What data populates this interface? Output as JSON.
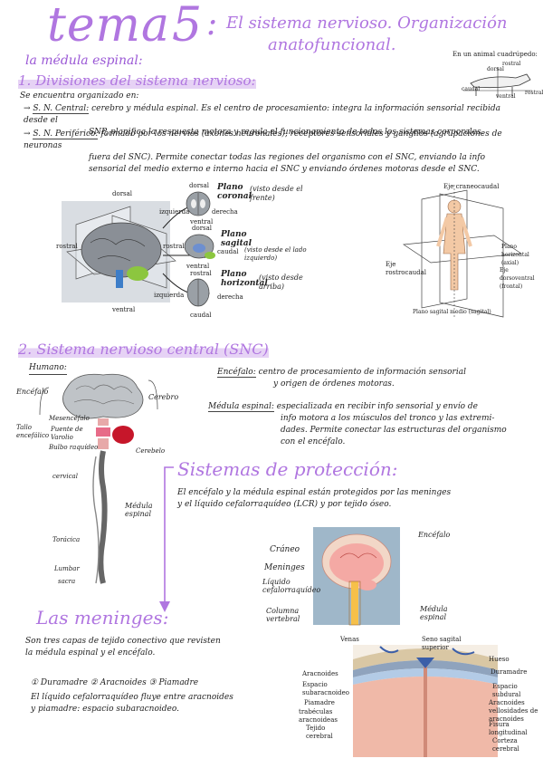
{
  "header": {
    "title_word": "tema",
    "title_number": "5",
    "title_colon": ":",
    "title_line1": "El sistema nervioso. Organización",
    "title_line2": "anatofuncional."
  },
  "intro": {
    "topic": "la médula espinal:",
    "section1_title": "1. Divisiones del sistema nervioso:",
    "organized_as": "Se encuentra organizado en:",
    "snc_label": "S. N. Central:",
    "snc_text_1": "cerebro y médula espinal. Es el centro de procesamiento: integra la información sensorial recibida desde el",
    "snc_text_2": "SNP, planifica la respuesta motora y regula el funcionamiento de todos los sistemas corporales.",
    "snp_label": "S. N. Periférico:",
    "snp_text_1": "formado por los nervios (axones neuronales), receptores sensoriales y ganglios (agrupaciones de neuronas",
    "snp_text_2": "fuera del SNC). Permite conectar todas las regiones del organismo con el SNC, enviando la info",
    "snp_text_3": "sensorial del medio externo e interno hacia el SNC y enviando órdenes motoras desde el SNC."
  },
  "fig_animal": {
    "caption": "En un animal cuadrúpedo:",
    "l1": "rostral",
    "l2": "dorsal",
    "l3": "caudal",
    "l4": "ventral",
    "l5": "rostral"
  },
  "fig_planes": {
    "dorsal_top": "dorsal",
    "rostral_label": "rostral",
    "ventral_label": "ventral",
    "coronal_title": "Plano coronal",
    "coronal_note": "(visto desde el frente)",
    "coronal_dorsal": "dorsal",
    "coronal_izq": "izquierda",
    "coronal_der": "derecha",
    "coronal_ventral": "ventral",
    "sagital_title": "Plano sagital",
    "sagital_note": "(visto desde el lado izquierdo)",
    "sagital_dorsal": "dorsal",
    "sagital_rostral": "rostral",
    "sagital_caudal": "caudal",
    "sagital_ventral": "ventral",
    "horiz_title": "Plano horizontal",
    "horiz_note": "(visto desde arriba)",
    "horiz_rostral": "rostral",
    "horiz_izq": "izquierda",
    "horiz_der": "derecha",
    "horiz_caudal": "caudal"
  },
  "fig_body": {
    "top": "Eje craneocaudal",
    "left": "Eje rostrocaudal",
    "right1": "Plano horizontal (axial)",
    "right2": "Eje dorsoventral (frontal)",
    "bottom": "Plano sagital medio (sagital)"
  },
  "snc": {
    "title": "2. Sistema nervioso central (SNC)",
    "human": "Humano:",
    "encefalo": "Encéfalo",
    "cerebro": "Cerebro",
    "mesencefalo": "Mesencéfalo",
    "puente": "Puente de Varolio",
    "bulbo": "Bulbo raquídeo",
    "cerebelo": "Cerebelo",
    "tallo": "Tallo encefálico",
    "cervical": "cervical",
    "medula": "Médula espinal",
    "toracica": "Torácica",
    "lumbar": "Lumbar",
    "sacra": "sacra",
    "encefalo_def_label": "Encéfalo:",
    "encefalo_def_1": "centro de procesamiento de información sensorial",
    "encefalo_def_2": "y origen de órdenes motoras.",
    "medula_def_label": "Médula espinal:",
    "medula_def_1": "especializada en recibir info sensorial y envío de",
    "medula_def_2": "info motora a los músculos del tronco y las extremi-",
    "medula_def_3": "dades. Permite conectar las estructuras del organismo",
    "medula_def_4": "con el encéfalo."
  },
  "proteccion": {
    "title": "Sistemas de protección:",
    "text_1": "El encéfalo y la médula espinal están protegidos por las meninges",
    "text_2": "y el líquido cefalorraquídeo (LCR) y por tejido óseo.",
    "craneo": "Cráneo",
    "meninges": "Meninges",
    "liquido": "Líquido cefalorraquídeo",
    "columna": "Columna vertebral",
    "encefalo": "Encéfalo",
    "medula": "Médula espinal"
  },
  "meninges": {
    "title": "Las meninges:",
    "text_1": "Son tres capas de tejido conectivo que revisten",
    "text_2": "la médula espinal y el encéfalo.",
    "list": "① Duramadre ② Aracnoides ③ Piamadre",
    "lcr_1": "El líquido cefalorraquídeo fluye entre aracnoides",
    "lcr_2": "y piamadre: espacio subaracnoideo.",
    "venas": "Venas",
    "seno": "Seno sagital superior",
    "hueso": "Hueso",
    "aracnoides": "Aracnoides",
    "duramadre": "Duramadre",
    "espacio_sub": "Espacio subaracnoideo",
    "espacio_sub2": "Espacio subdural",
    "piamadre": "Piamadre",
    "trabeculas": "trabéculas aracnoideas",
    "vellosidades": "Aracnoides vellosidades de aracnoides",
    "tejido": "Tejido cerebral",
    "fisura": "Fisura longitudinal",
    "corteza": "Corteza cerebral"
  },
  "colors": {
    "accent": "#b076e0",
    "highlight": "#e6d2f5"
  }
}
